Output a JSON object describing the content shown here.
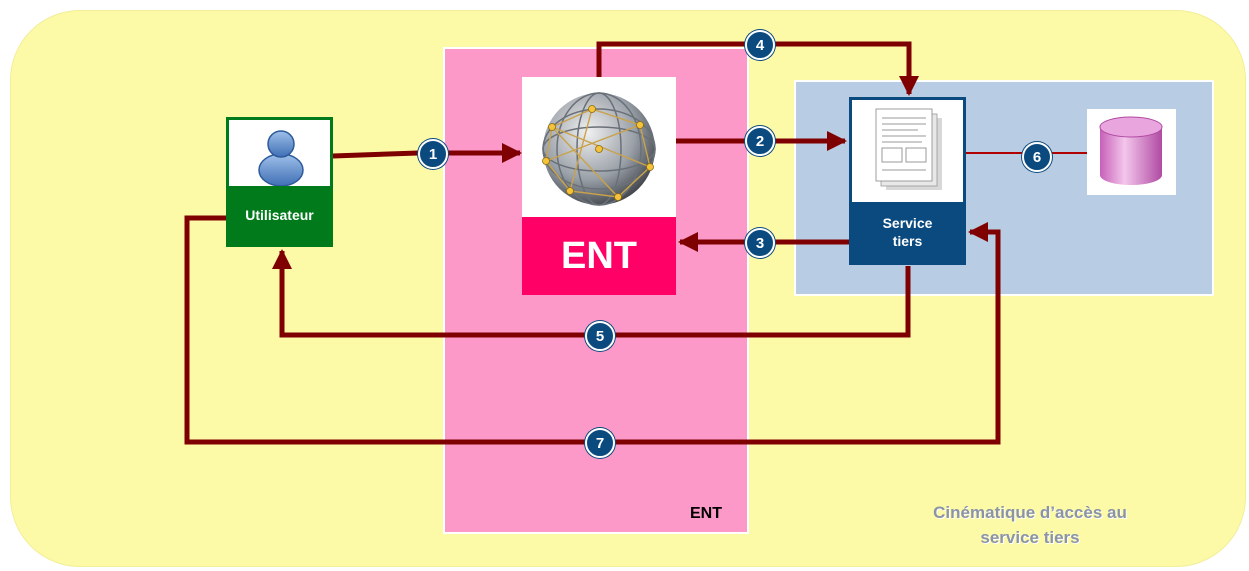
{
  "zones": {
    "ent_label": "ENT"
  },
  "nodes": {
    "user": {
      "label": "Utilisateur",
      "icon": "user-icon"
    },
    "ent": {
      "label": "ENT",
      "icon": "globe-network-icon"
    },
    "service": {
      "label": "Service\ntiers",
      "icon": "document-icon"
    },
    "database": {
      "icon": "database-icon"
    }
  },
  "steps": [
    "1",
    "2",
    "3",
    "4",
    "5",
    "6",
    "7"
  ],
  "caption": "Cinématique d’accès au\nservice tiers",
  "colors": {
    "arrow": "#7f0000",
    "badge": "#0b4a7e",
    "user": "#007a1a",
    "ent": "#ff0066",
    "service": "#0b4a7e",
    "background": "#fdfaa7",
    "ent_zone": "#fd99c9",
    "service_zone": "#b8cce4"
  }
}
